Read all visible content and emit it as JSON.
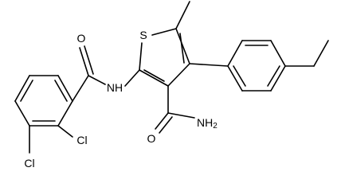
{
  "structure": {
    "atoms": {
      "carbonyl_o": "O",
      "amide_nh": "NH",
      "sulfur": "S",
      "cl_upper": "Cl",
      "cl_lower": "Cl",
      "amide_nh2": "NH",
      "amide_nh2_sub": "2",
      "amide_o": "O"
    }
  }
}
